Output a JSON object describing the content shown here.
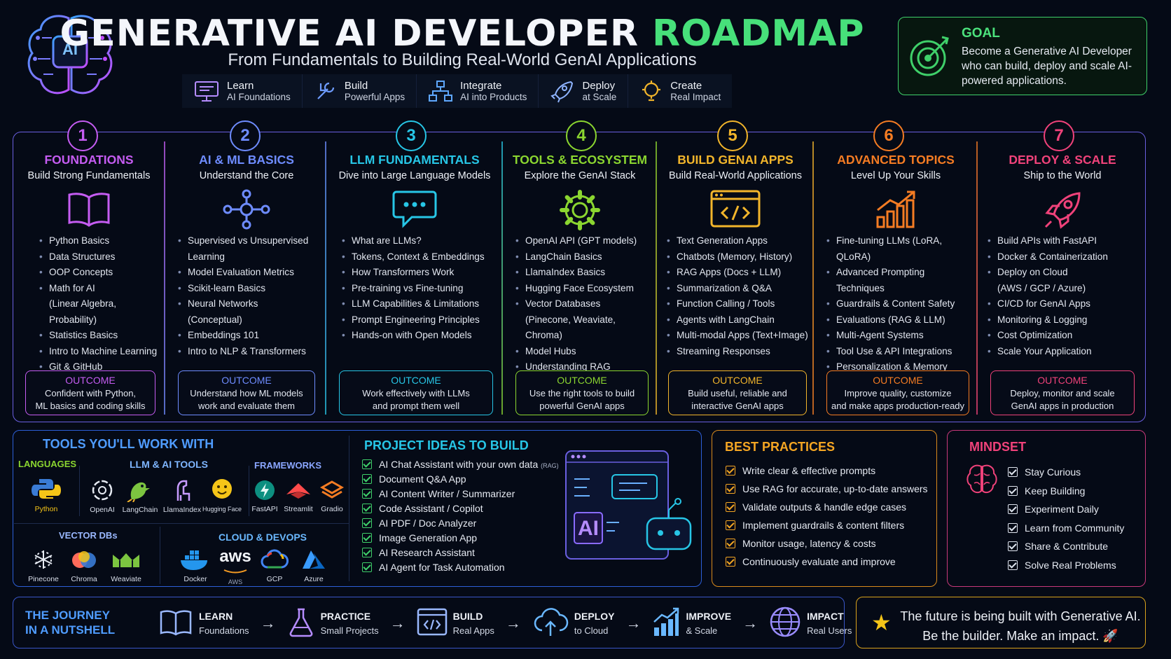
{
  "header": {
    "title_main": "GENERATIVE AI DEVELOPER",
    "title_accent": "ROADMAP",
    "subtitle": "From Fundamentals to Building Real-World GenAI Applications",
    "brain_label": "AI"
  },
  "goal": {
    "label": "GOAL",
    "text": "Become a Generative AI Developer who can build, deploy and scale AI-powered applications."
  },
  "strip": [
    {
      "t1": "Learn",
      "t2": "AI Foundations",
      "icon": "presentation-icon"
    },
    {
      "t1": "Build",
      "t2": "Powerful Apps",
      "icon": "tools-icon"
    },
    {
      "t1": "Integrate",
      "t2": "AI into Products",
      "icon": "network-icon"
    },
    {
      "t1": "Deploy",
      "t2": "at Scale",
      "icon": "rocket-icon"
    },
    {
      "t1": "Create",
      "t2": "Real Impact",
      "icon": "gear-bulb-icon"
    }
  ],
  "steps": [
    {
      "num": "1",
      "color": "#c55cf2",
      "title": "FOUNDATIONS",
      "subtitle": "Build Strong Fundamentals",
      "icon": "book-icon",
      "items": [
        "Python Basics",
        "Data Structures",
        "OOP Concepts",
        "Math for AI\n(Linear Algebra, Probability)",
        "Statistics Basics",
        "Intro to Machine Learning",
        "Git & GitHub"
      ],
      "outcome_label": "OUTCOME",
      "outcome": "Confident with Python,\nML basics and coding skills"
    },
    {
      "num": "2",
      "color": "#6e8cff",
      "title": "AI & ML BASICS",
      "subtitle": "Understand the Core",
      "icon": "nodes-icon",
      "items": [
        "Supervised vs Unsupervised\nLearning",
        "Model Evaluation Metrics",
        "Scikit-learn Basics",
        "Neural Networks\n(Conceptual)",
        "Embeddings 101",
        "Intro to NLP & Transformers"
      ],
      "outcome_label": "OUTCOME",
      "outcome": "Understand how ML models\nwork and evaluate them"
    },
    {
      "num": "3",
      "color": "#27c6e6",
      "title": "LLM FUNDAMENTALS",
      "subtitle": "Dive into Large Language Models",
      "icon": "chat-icon",
      "items": [
        "What are LLMs?",
        "Tokens, Context & Embeddings",
        "How Transformers Work",
        "Pre-training vs Fine-tuning",
        "LLM Capabilities & Limitations",
        "Prompt Engineering Principles",
        "Hands-on with Open Models"
      ],
      "outcome_label": "OUTCOME",
      "outcome": "Work effectively with LLMs\nand prompt them well"
    },
    {
      "num": "4",
      "color": "#8bd630",
      "title": "TOOLS & ECOSYSTEM",
      "subtitle": "Explore the GenAI Stack",
      "icon": "gear-icon",
      "items": [
        "OpenAI API (GPT models)",
        "LangChain Basics",
        "LlamaIndex Basics",
        "Hugging Face Ecosystem",
        "Vector Databases\n(Pinecone, Weaviate, Chroma)",
        "Model Hubs",
        "Understanding RAG"
      ],
      "outcome_label": "OUTCOME",
      "outcome": "Use the right tools to build\npowerful GenAI apps"
    },
    {
      "num": "5",
      "color": "#f2b52b",
      "title": "BUILD GENAI APPS",
      "subtitle": "Build Real-World Applications",
      "icon": "code-window-icon",
      "items": [
        "Text Generation Apps",
        "Chatbots (Memory, History)",
        "RAG Apps (Docs + LLM)",
        "Summarization & Q&A",
        "Function Calling / Tools",
        "Agents with LangChain",
        "Multi-modal Apps (Text+Image)",
        "Streaming Responses"
      ],
      "outcome_label": "OUTCOME",
      "outcome": "Build useful, reliable and\ninteractive GenAI apps"
    },
    {
      "num": "6",
      "color": "#f57c23",
      "title": "ADVANCED TOPICS",
      "subtitle": "Level Up Your Skills",
      "icon": "growth-chart-icon",
      "items": [
        "Fine-tuning LLMs (LoRA, QLoRA)",
        "Advanced Prompting\nTechniques",
        "Guardrails & Content Safety",
        "Evaluations (RAG & LLM)",
        "Multi-Agent Systems",
        "Tool Use & API Integrations",
        "Personalization & Memory"
      ],
      "outcome_label": "OUTCOME",
      "outcome": "Improve quality, customize\nand make apps production-ready"
    },
    {
      "num": "7",
      "color": "#f0427a",
      "title": "DEPLOY & SCALE",
      "subtitle": "Ship to the World",
      "icon": "rocket-icon",
      "items": [
        "Build APIs with FastAPI",
        "Docker & Containerization",
        "Deploy on Cloud\n(AWS / GCP / Azure)",
        "CI/CD for GenAI Apps",
        "Monitoring & Logging",
        "Cost Optimization",
        "Scale Your Application"
      ],
      "outcome_label": "OUTCOME",
      "outcome": "Deploy, monitor and scale\nGenAI apps in production"
    }
  ],
  "tools": {
    "title": "TOOLS YOU'LL WORK WITH",
    "languages_label": "LANGUAGES",
    "llm_label": "LLM & AI TOOLS",
    "frameworks_label": "FRAMEWORKS",
    "vector_label": "VECTOR DBs",
    "cloud_label": "CLOUD & DEVOPS",
    "languages": [
      "Python"
    ],
    "llm_tools": [
      "OpenAI",
      "LangChain",
      "LlamaIndex",
      "Hugging Face"
    ],
    "frameworks": [
      "FastAPI",
      "Streamlit",
      "Gradio"
    ],
    "vector_dbs": [
      "Pinecone",
      "Chroma",
      "Weaviate"
    ],
    "cloud": [
      "Docker",
      "AWS",
      "GCP",
      "Azure"
    ],
    "aws_logo": "aws"
  },
  "projects": {
    "title": "PROJECT IDEAS TO BUILD",
    "items": [
      "AI Chat Assistant with your own data",
      "Document Q&A App",
      "AI Content Writer / Summarizer",
      "Code Assistant / Copilot",
      "AI PDF / Doc Analyzer",
      "Image Generation App",
      "AI Research Assistant",
      "AI Agent for Task Automation"
    ],
    "first_tag": "(RAG)",
    "illustration_label": "AI"
  },
  "best_practices": {
    "title": "BEST PRACTICES",
    "items": [
      "Write clear & effective prompts",
      "Use RAG for accurate, up-to-date answers",
      "Validate outputs & handle edge cases",
      "Implement guardrails & content filters",
      "Monitor usage, latency & costs",
      "Continuously evaluate and improve"
    ]
  },
  "mindset": {
    "title": "MINDSET",
    "items": [
      "Stay Curious",
      "Keep Building",
      "Experiment Daily",
      "Learn from Community",
      "Share & Contribute",
      "Solve Real Problems"
    ]
  },
  "journey": {
    "title1": "THE JOURNEY",
    "title2": "IN A NUTSHELL",
    "steps": [
      {
        "a": "LEARN",
        "b": "Foundations",
        "icon": "book-icon"
      },
      {
        "a": "PRACTICE",
        "b": "Small Projects",
        "icon": "flask-icon"
      },
      {
        "a": "BUILD",
        "b": "Real Apps",
        "icon": "code-window-icon"
      },
      {
        "a": "DEPLOY",
        "b": "to Cloud",
        "icon": "cloud-upload-icon"
      },
      {
        "a": "IMPROVE",
        "b": "& Scale",
        "icon": "growth-chart-icon"
      },
      {
        "a": "IMPACT",
        "b": "Real Users",
        "icon": "globe-icon"
      }
    ],
    "arrow": "→"
  },
  "footer": {
    "line1": "The future is being built with Generative AI.",
    "line2": "Be the builder. Make an impact. 🚀",
    "star": "★"
  }
}
